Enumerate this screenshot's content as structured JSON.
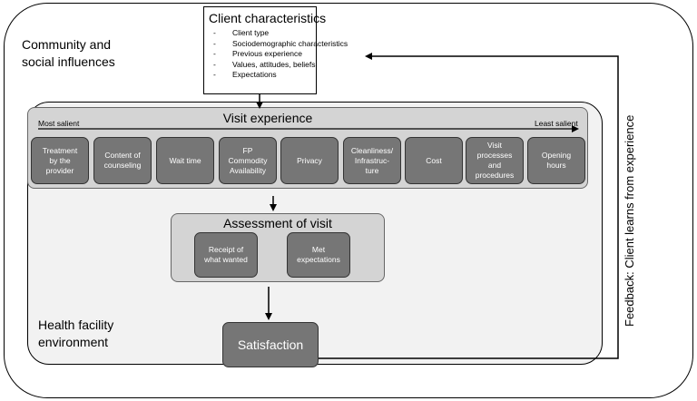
{
  "community": {
    "label_line1": "Community and",
    "label_line2": "social influences"
  },
  "client": {
    "title": "Client characteristics",
    "items": [
      "Client type",
      "Sociodemographic characteristics",
      "Previous experience",
      "Values, attitudes, beliefs",
      "Expectations"
    ]
  },
  "visit": {
    "title": "Visit experience",
    "most_salient": "Most salient",
    "least_salient": "Least salient",
    "items": [
      [
        "Treatment",
        "by the",
        "provider"
      ],
      [
        "Content of",
        "counseling"
      ],
      [
        "Wait time"
      ],
      [
        "FP",
        "Commodity",
        "Availability"
      ],
      [
        "Privacy"
      ],
      [
        "Cleanliness/",
        "Infrastruc-",
        "ture"
      ],
      [
        "Cost"
      ],
      [
        "Visit",
        "processes",
        "and",
        "procedures"
      ],
      [
        "Opening",
        "hours"
      ]
    ]
  },
  "assessment": {
    "title": "Assessment of visit",
    "items": [
      [
        "Receipt of",
        "what wanted"
      ],
      [
        "Met",
        "expectations"
      ]
    ]
  },
  "satisfaction": {
    "label": "Satisfaction"
  },
  "health_facility": {
    "label_line1": "Health facility",
    "label_line2": "environment"
  },
  "feedback": {
    "label": "Feedback: Client learns from experience"
  },
  "colors": {
    "item_fill": "#767676",
    "panel_fill": "#d4d4d4",
    "facility_fill": "#f2f2f2"
  }
}
